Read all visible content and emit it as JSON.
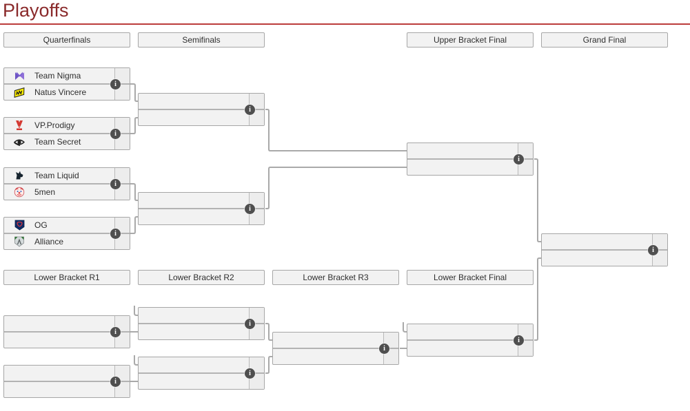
{
  "title": "Playoffs",
  "info_icon_glyph": "i",
  "round_headers": {
    "upper": [
      "Quarterfinals",
      "Semifinals",
      "Upper Bracket Final",
      "Grand Final"
    ],
    "lower": [
      "Lower Bracket R1",
      "Lower Bracket R2",
      "Lower Bracket R3",
      "Lower Bracket Final"
    ]
  },
  "quarterfinals": [
    {
      "team1": {
        "name": "Team Nigma",
        "logo": "team-nigma-logo",
        "score": ""
      },
      "team2": {
        "name": "Natus Vincere",
        "logo": "natus-vincere-logo",
        "score": ""
      }
    },
    {
      "team1": {
        "name": "VP.Prodigy",
        "logo": "vp-prodigy-logo",
        "score": ""
      },
      "team2": {
        "name": "Team Secret",
        "logo": "team-secret-logo",
        "score": ""
      }
    },
    {
      "team1": {
        "name": "Team Liquid",
        "logo": "team-liquid-logo",
        "score": ""
      },
      "team2": {
        "name": "5men",
        "logo": "5men-logo",
        "score": ""
      }
    },
    {
      "team1": {
        "name": "OG",
        "logo": "og-logo",
        "score": ""
      },
      "team2": {
        "name": "Alliance",
        "logo": "alliance-logo",
        "score": ""
      }
    }
  ],
  "colors": {
    "heading": "#8a2a2b",
    "heading_rule": "#bb3b3a",
    "box_background": "#f2f2f2",
    "box_border": "#a6a6a6",
    "connector": "#a9a9a9",
    "info_icon_background": "#4f4f4f",
    "info_icon_foreground": "#ffffff",
    "team_text": "#2e2e2e"
  }
}
